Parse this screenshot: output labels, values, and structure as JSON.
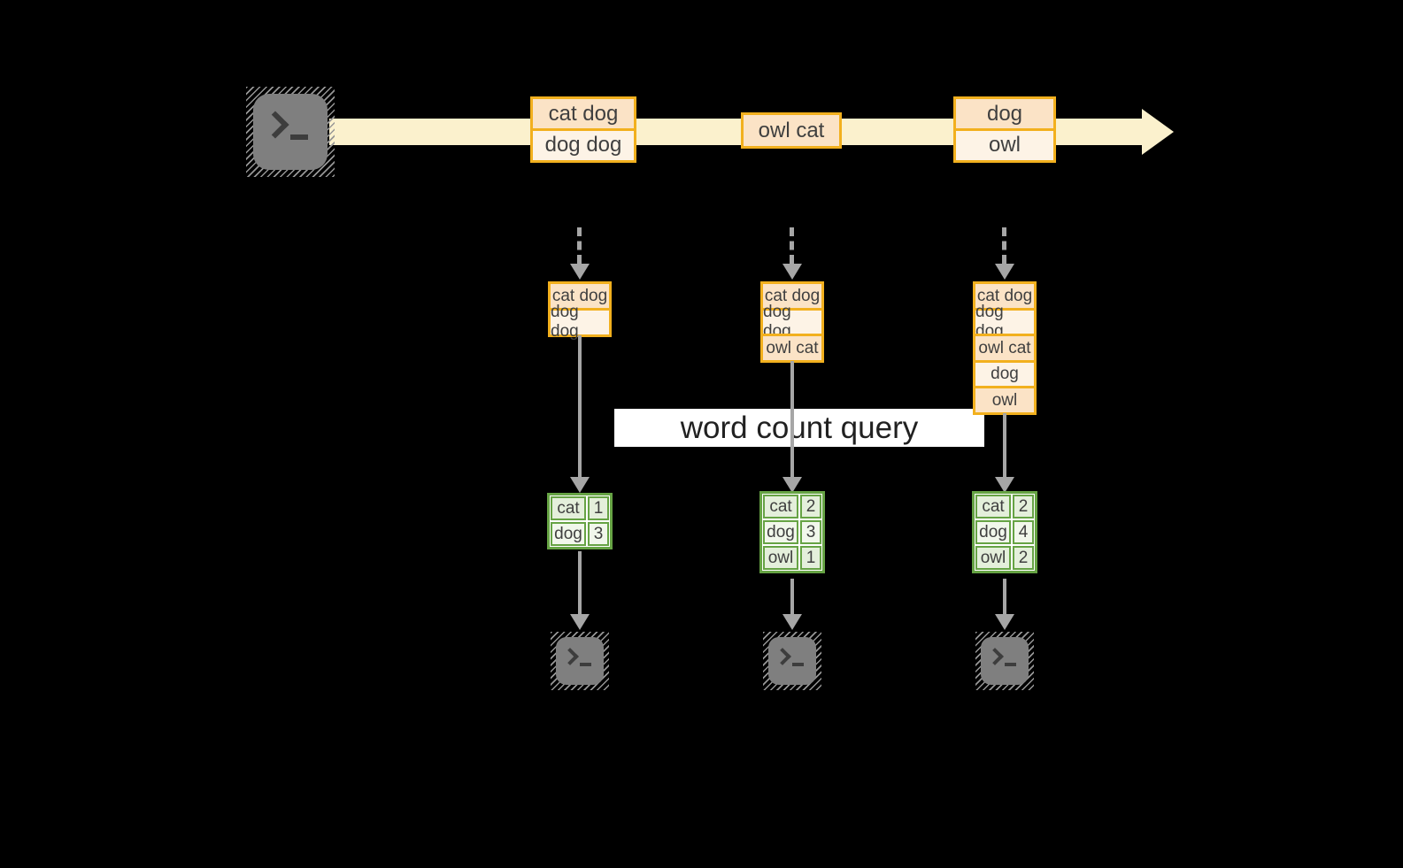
{
  "colors": {
    "background": "#000000",
    "stream_band": "#fbf1cd",
    "cell_peach": "#fbe3c6",
    "cell_cream": "#fdf3e6",
    "gold_border": "#f2b01e",
    "arrow_gray": "#a6a6a6",
    "terminal_gray": "#7f7f7f",
    "green_border": "#66a344",
    "green_cell_a": "#e4efdb",
    "green_cell_b": "#f1f7eb",
    "text_dark": "#3f3f3f",
    "label_bg": "#ffffff",
    "label_text": "#212121"
  },
  "stream": {
    "source_icon": "terminal-icon",
    "batches": [
      {
        "lines": [
          "cat dog",
          "dog dog"
        ]
      },
      {
        "lines": [
          "owl cat"
        ]
      },
      {
        "lines": [
          "dog",
          "owl"
        ]
      }
    ]
  },
  "query_label": "word count query",
  "columns": [
    {
      "input_lines": [
        "cat dog",
        "dog dog"
      ],
      "result_table": {
        "rows": [
          {
            "word": "cat",
            "count": "1"
          },
          {
            "word": "dog",
            "count": "3"
          }
        ]
      },
      "sink_icon": "terminal-icon"
    },
    {
      "input_lines": [
        "cat dog",
        "dog dog",
        "owl cat"
      ],
      "result_table": {
        "rows": [
          {
            "word": "cat",
            "count": "2"
          },
          {
            "word": "dog",
            "count": "3"
          },
          {
            "word": "owl",
            "count": "1"
          }
        ]
      },
      "sink_icon": "terminal-icon"
    },
    {
      "input_lines": [
        "cat dog",
        "dog dog",
        "owl cat",
        "dog",
        "owl"
      ],
      "result_table": {
        "rows": [
          {
            "word": "cat",
            "count": "2"
          },
          {
            "word": "dog",
            "count": "4"
          },
          {
            "word": "owl",
            "count": "2"
          }
        ]
      },
      "sink_icon": "terminal-icon"
    }
  ]
}
